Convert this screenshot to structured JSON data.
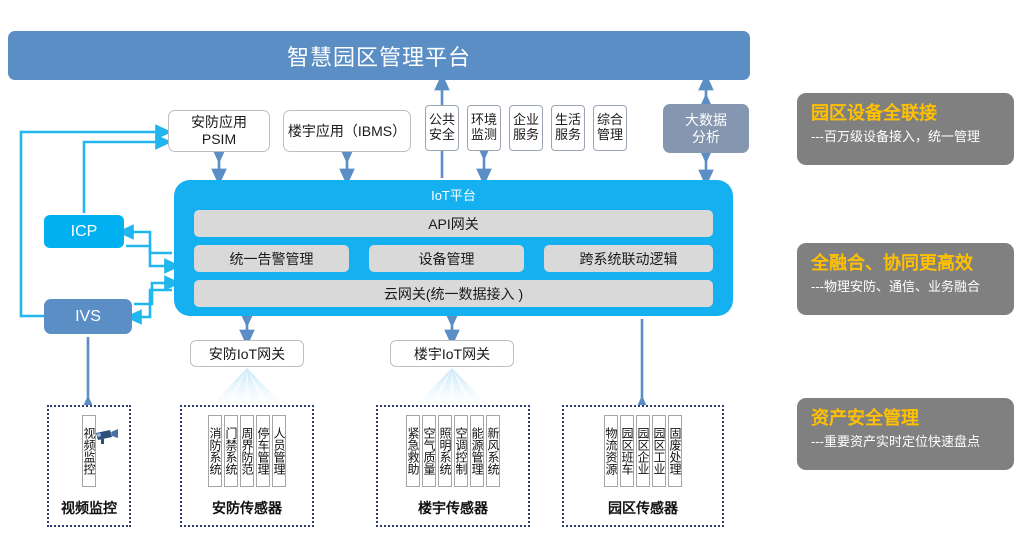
{
  "platform": {
    "title": "智慧园区管理平台"
  },
  "applications": [
    {
      "id": "psim",
      "lines": [
        "安防应用",
        "PSIM"
      ]
    },
    {
      "id": "ibms",
      "lines": [
        "楼宇应用（IBMS）"
      ]
    }
  ],
  "domain_services": [
    {
      "id": "public-safety",
      "l1": "公共",
      "l2": "安全"
    },
    {
      "id": "env-monitor",
      "l1": "环境",
      "l2": "监测"
    },
    {
      "id": "enterprise-svc",
      "l1": "企业",
      "l2": "服务"
    },
    {
      "id": "life-svc",
      "l1": "生活",
      "l2": "服务"
    },
    {
      "id": "integrated-mgmt",
      "l1": "综合",
      "l2": "管理"
    }
  ],
  "bigdata": {
    "l1": "大数据",
    "l2": "分析"
  },
  "iot_platform": {
    "title": "IoT平台",
    "api_gateway": "API网关",
    "modules": [
      "统一告警管理",
      "设备管理",
      "跨系统联动逻辑"
    ],
    "cloud_gateway": "云网关(统一数据接入 )"
  },
  "nodes": {
    "icp": "ICP",
    "ivs": "IVS"
  },
  "gateways": [
    {
      "id": "security-iot-gw",
      "label": "安防IoT网关"
    },
    {
      "id": "building-iot-gw",
      "label": "楼宇IoT网关"
    }
  ],
  "sensor_groups": [
    {
      "id": "video-surveillance",
      "label": "视频监控",
      "items": [
        "视频监控"
      ]
    },
    {
      "id": "security-sensors",
      "label": "安防传感器",
      "items": [
        "消防系统",
        "门禁系统",
        "周界防范",
        "停车管理",
        "人员管理"
      ]
    },
    {
      "id": "building-sensors",
      "label": "楼宇传感器",
      "items": [
        "紧急救助",
        "空气质量",
        "照明系统",
        "空调控制",
        "能源管理",
        "新风系统"
      ]
    },
    {
      "id": "park-sensors",
      "label": "园区传感器",
      "items": [
        "物流资源",
        "园区班车",
        "园区企业",
        "园区工业",
        "固废处理"
      ]
    }
  ],
  "benefits": [
    {
      "id": "full-connect",
      "title": "园区设备全联接",
      "subtitle": "---百万级设备接入，统一管理"
    },
    {
      "id": "convergence",
      "title": "全融合、协同更高效",
      "subtitle": "---物理安防、通信、业务融合"
    },
    {
      "id": "asset-safety",
      "title": "资产安全管理",
      "subtitle": "---重要资产实时定位快速盘点"
    }
  ],
  "colors": {
    "title_bar": "#5b8ec4",
    "iot_panel": "#15b0f0",
    "icp": "#00b0f0",
    "ivs": "#5b8ec4",
    "bigdata": "#8496b0",
    "benefit_panel": "#808080",
    "benefit_title": "#ffc000",
    "arrow_blue": "#5b8ec4",
    "arrow_cyan": "#21b6ee",
    "inner_box": "#d9d9d9"
  },
  "icons": {
    "camera": "cctv-camera-icon"
  }
}
